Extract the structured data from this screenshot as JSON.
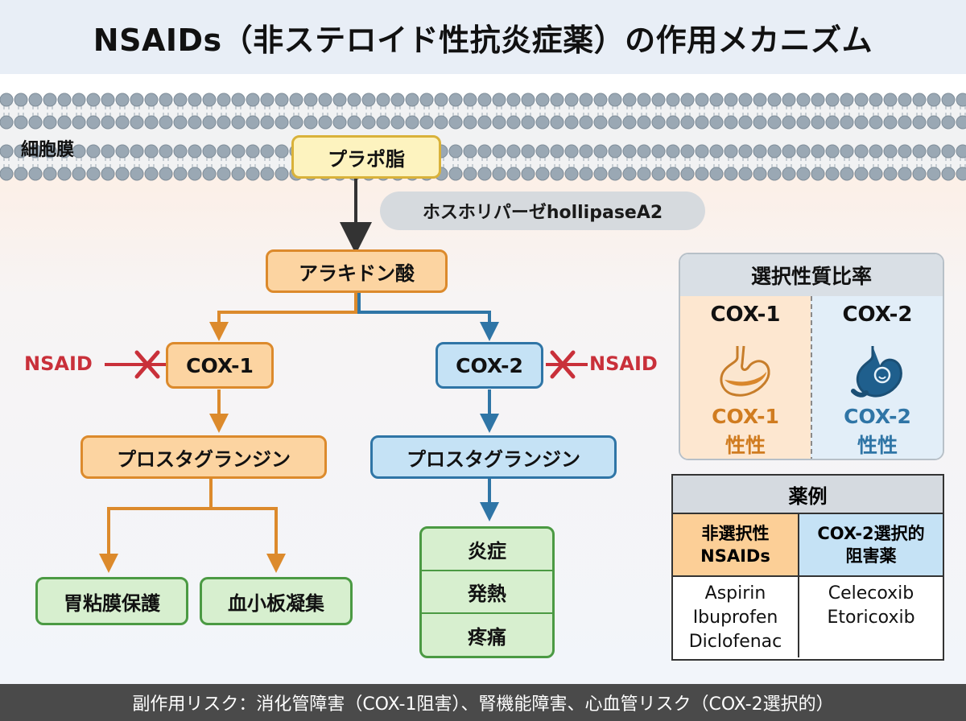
{
  "title": "NSAIDs（非ステロイド性抗炎症薬）の作用メカニズム",
  "membrane": {
    "label": "細胞膜"
  },
  "pathway": {
    "phospholipid": "プラポ脂",
    "enzyme": "ホスホリパーゼhollipaseA2",
    "arachidonic": "アラキドン酸",
    "cox1": "COX-1",
    "cox2": "COX-2",
    "pg1": "プロスタグランジン",
    "pg2": "プロスタグランジン",
    "gastric": "胃粘膜保護",
    "platelet": "血小板凝集",
    "effects": [
      "炎症",
      "発熱",
      "疼痛"
    ],
    "nsaid_left": "NSAID",
    "nsaid_right": "NSAID"
  },
  "selectivity": {
    "title": "選択性質比率",
    "col1": {
      "header": "COX-1",
      "line1": "COX-1",
      "line2": "性性",
      "icon": "stomach-icon"
    },
    "col2": {
      "header": "COX-2",
      "line1": "COX-2",
      "line2": "性性",
      "icon": "stomach-icon"
    }
  },
  "drugs": {
    "title": "薬例",
    "col1": {
      "header1": "非選択性",
      "header2": "NSAIDs",
      "items": [
        "Aspirin",
        "Ibuprofen",
        "Diclofenac"
      ]
    },
    "col2": {
      "header1": "COX-2選択的",
      "header2": "阻害薬",
      "items": [
        "Celecoxib",
        "Etoricoxib"
      ]
    }
  },
  "footer": "副作用リスク：消化管障害（COX-1阻害）、腎機能障害、心血管リスク（COX-2選択的）",
  "colors": {
    "orange": "#dc8a2c",
    "blue": "#2f75a6",
    "green": "#4b9a43",
    "red": "#c9303a",
    "membrane_head": "#9aa8b4"
  }
}
